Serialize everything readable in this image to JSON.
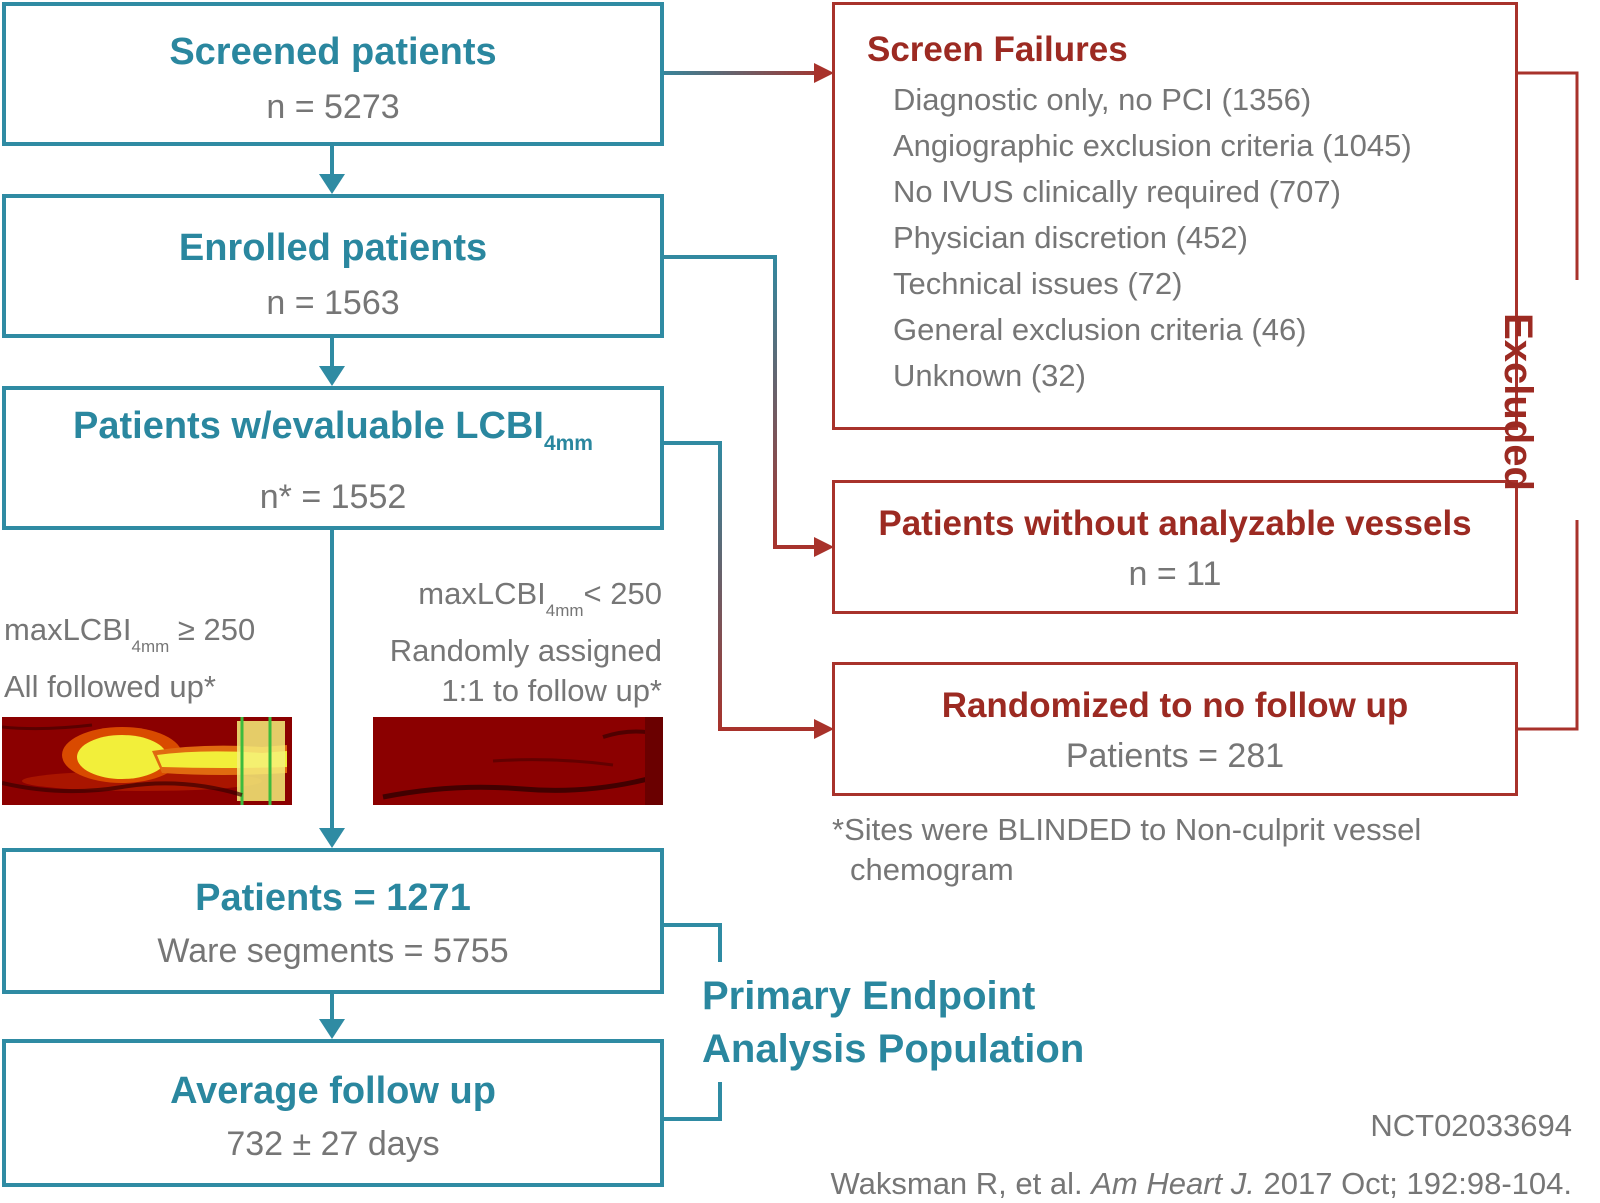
{
  "left_column": {
    "screened": {
      "title": "Screened patients",
      "n": "n = 5273"
    },
    "enrolled": {
      "title": "Enrolled patients",
      "n": "n = 1563"
    },
    "evaluable": {
      "title_main": "Patients w/evaluable LCBI",
      "title_sub": "4mm",
      "n": "n* = 1552"
    },
    "followed": {
      "title": "Patients = 1271",
      "segments": "Ware segments = 5755"
    },
    "average": {
      "title": "Average follow up",
      "days": "732 ± 27 days"
    }
  },
  "branches": {
    "high": {
      "line1_prefix": "maxLCBI",
      "line1_sub": "4mm",
      "line1_suffix": " ≥ 250",
      "line2": "All followed up*"
    },
    "low": {
      "line1_prefix": "maxLCBI",
      "line1_sub": "4mm",
      "line1_suffix": "< 250",
      "line2": "Randomly assigned",
      "line3": "1:1 to follow up*"
    }
  },
  "screen_failures": {
    "title": "Screen Failures",
    "reasons": [
      "Diagnostic only, no PCI (1356)",
      "Angiographic exclusion criteria (1045)",
      "No IVUS clinically required (707)",
      "Physician discretion (452)",
      "Technical issues (72)",
      "General exclusion criteria (46)",
      "Unknown (32)"
    ]
  },
  "no_vessels": {
    "title": "Patients without analyzable vessels",
    "n": "n = 11"
  },
  "no_followup": {
    "title": "Randomized to no follow up",
    "n": "Patients = 281"
  },
  "excluded_label": "Excluded",
  "blinded_note": {
    "line1": "*Sites were BLINDED to Non-culprit vessel",
    "line2": "chemogram"
  },
  "primary_label": {
    "line1": "Primary Endpoint",
    "line2": "Analysis Population"
  },
  "trial_id": "NCT02033694",
  "citation": {
    "authors": "Waksman R, et al. ",
    "journal": "Am Heart J.",
    "details": " 2017 Oct; 192:98-104."
  },
  "colors": {
    "teal": "#2f8ba3",
    "red": "#a8322b",
    "gray": "#767676",
    "heat_dark": "#8b0000",
    "heat_hot": "#f2ef3a"
  }
}
